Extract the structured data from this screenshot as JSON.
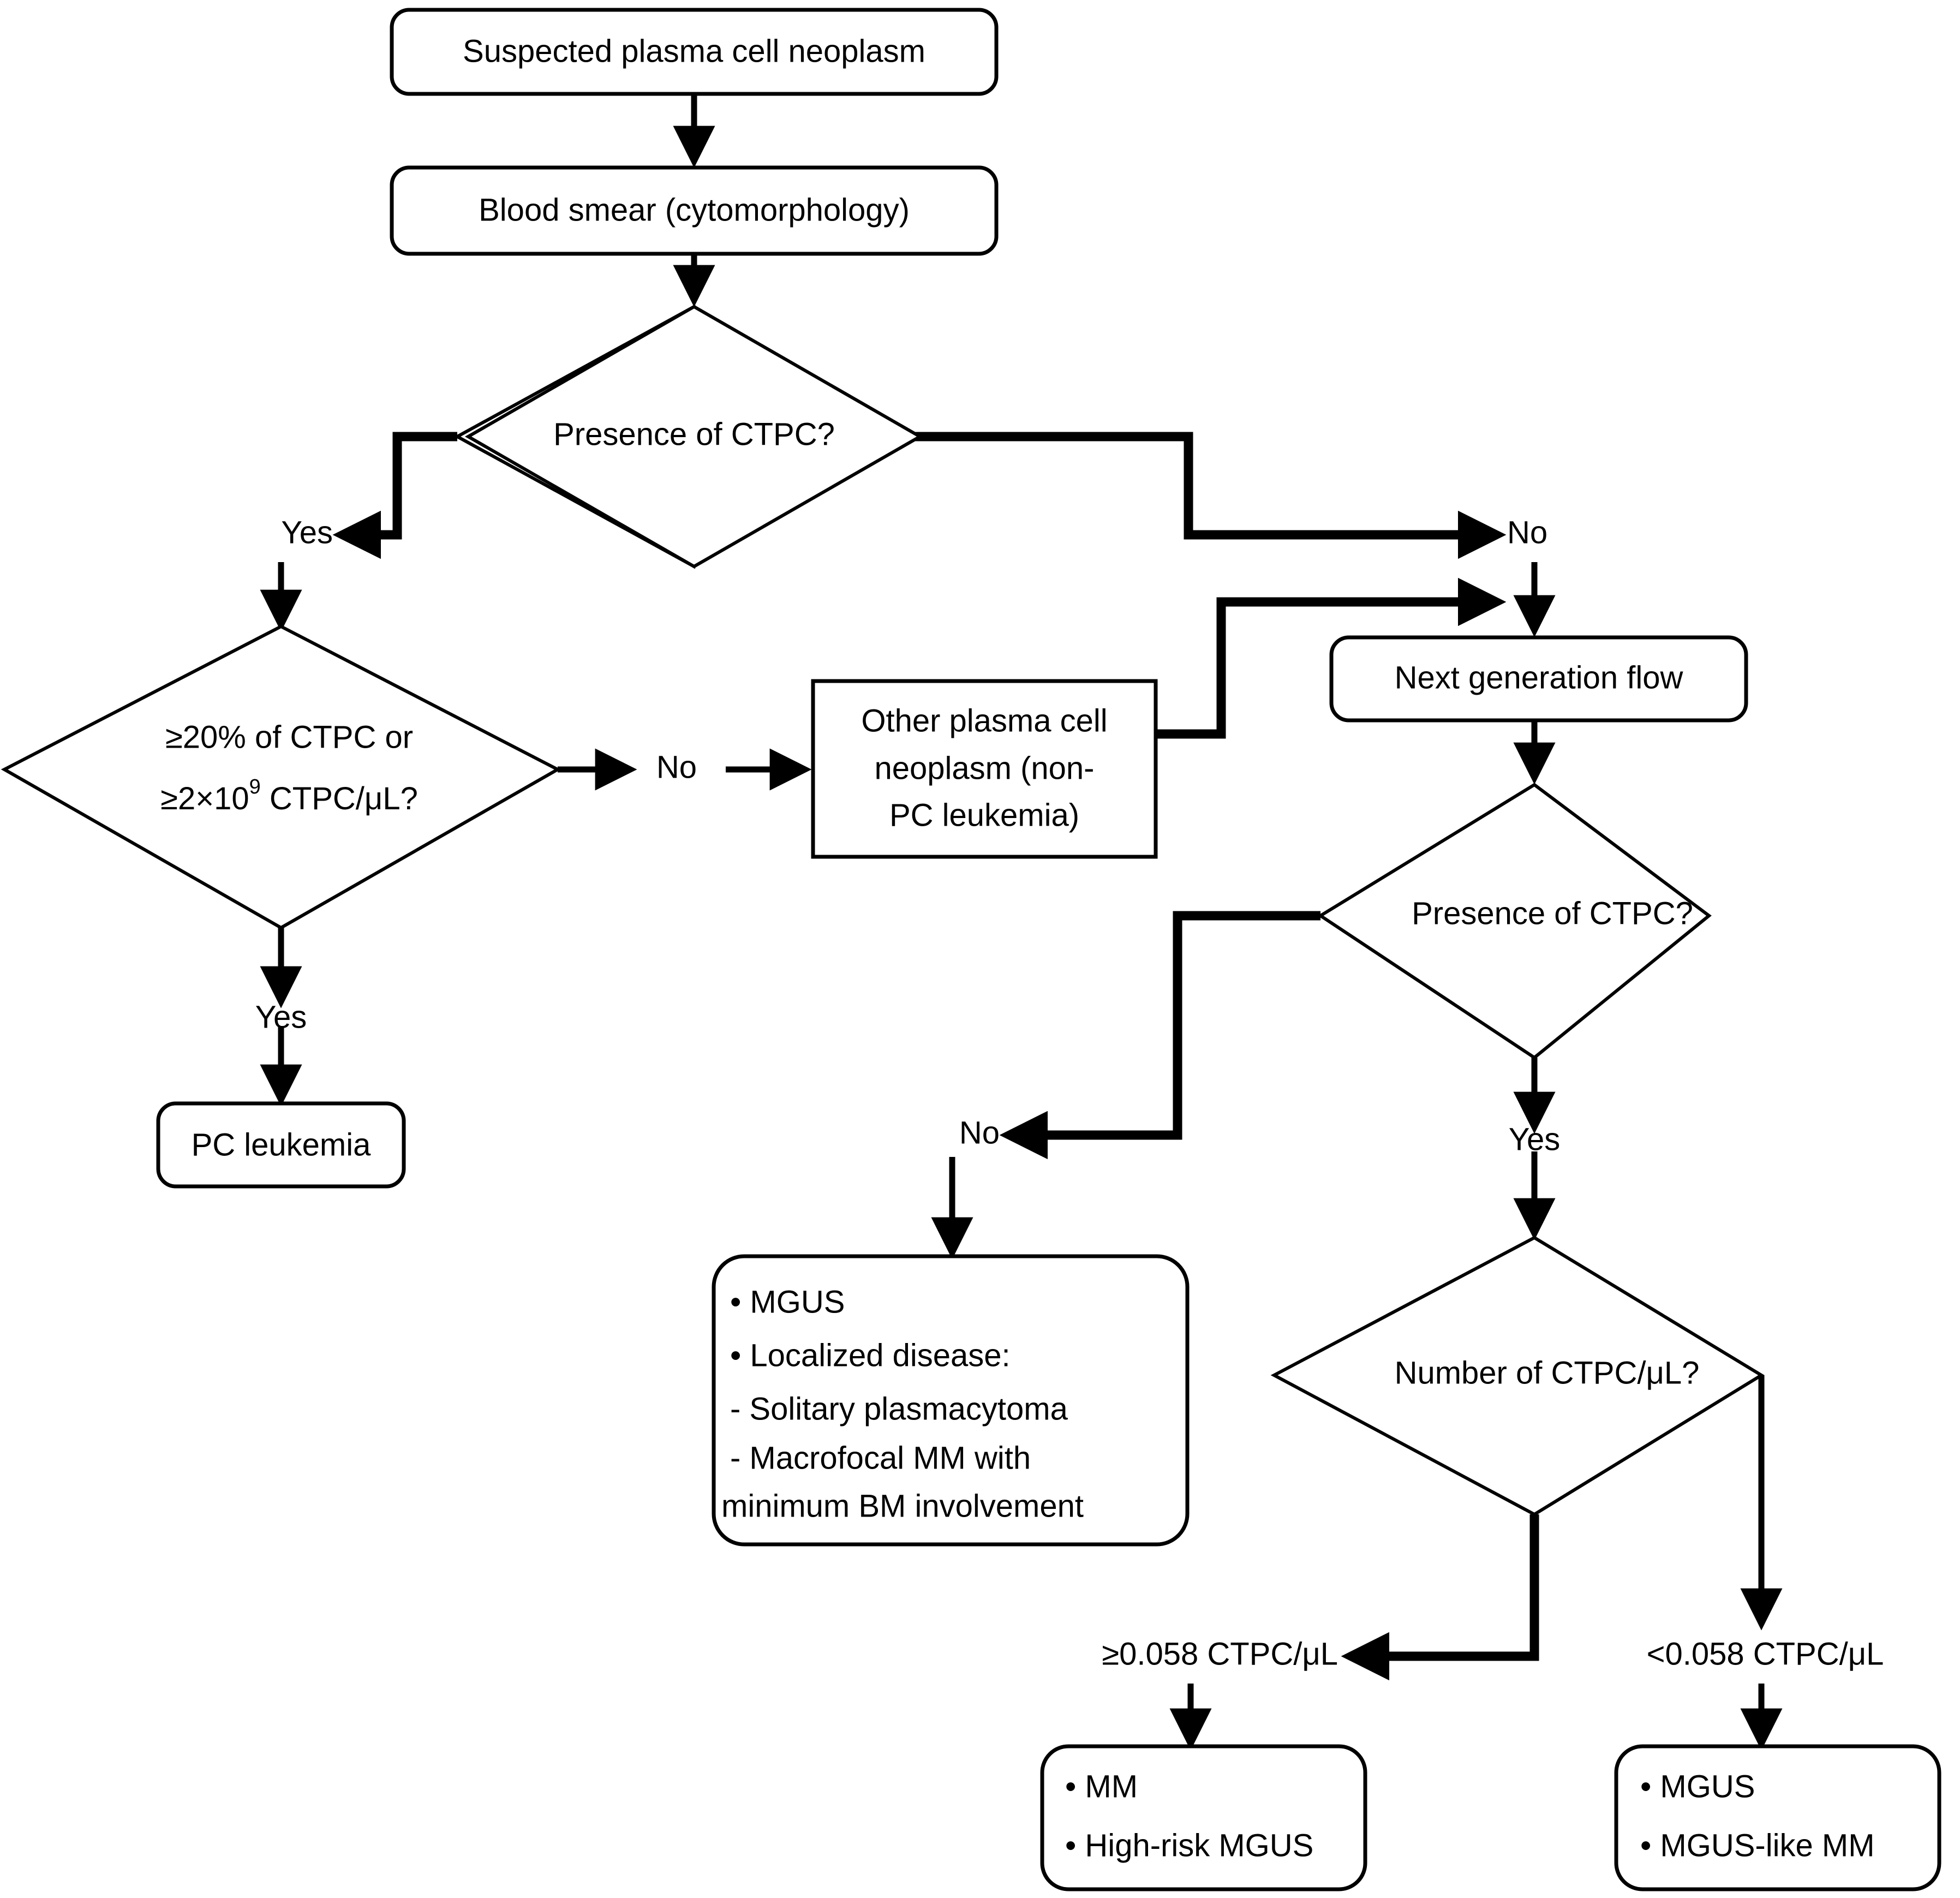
{
  "diagram": {
    "type": "clinical-decision-flowchart",
    "title": "Diagnostic algorithm for circulating tumor plasma cells in suspected plasma cell neoplasm",
    "stroke_color": "#000000",
    "fill_color": "#ffffff"
  },
  "nodes": {
    "suspected": {
      "label": "Suspected plasma cell neoplasm",
      "shape": "rounded-rect"
    },
    "blood_smear": {
      "label": "Blood smear (cytomorphology)",
      "shape": "rounded-rect"
    },
    "presence_ctpc_1": {
      "label": "Presence of CTPC?",
      "shape": "diamond"
    },
    "threshold_diamond": {
      "line1": "≥20% of CTPC or",
      "line2_pre": "≥2×10",
      "line2_sup": "9",
      "line2_post": " CTPC/μL?",
      "shape": "diamond"
    },
    "pc_leukemia": {
      "label": "PC leukemia",
      "shape": "rounded-rect"
    },
    "other_neoplasm": {
      "line1": "Other plasma cell",
      "line2": "neoplasm (non-",
      "line3": "PC leukemia)",
      "shape": "rect"
    },
    "next_gen_flow": {
      "label": "Next generation flow",
      "shape": "rounded-rect"
    },
    "presence_ctpc_2": {
      "label": "Presence of CTPC?",
      "shape": "diamond"
    },
    "number_ctpc": {
      "label": "Number of CTPC/μL?",
      "shape": "diamond"
    },
    "mgus_localized": {
      "shape": "rounded-rect",
      "lines": [
        "• MGUS",
        "• Localized disease:",
        "   - Solitary plasmacytoma",
        "   - Macrofocal MM with",
        "minimum BM involvement"
      ]
    },
    "mm_highrisk": {
      "shape": "rounded-rect",
      "lines": [
        "• MM",
        "• High-risk MGUS"
      ]
    },
    "mgus_like": {
      "shape": "rounded-rect",
      "lines": [
        "• MGUS",
        "• MGUS-like MM"
      ]
    }
  },
  "edge_labels": {
    "yes_1": "Yes",
    "no_1": "No",
    "yes_2": "Yes",
    "no_2": "No",
    "yes_3": "Yes",
    "no_3": "No",
    "ge_threshold": "≥0.058 CTPC/μL",
    "lt_threshold": "<0.058 CTPC/μL"
  }
}
